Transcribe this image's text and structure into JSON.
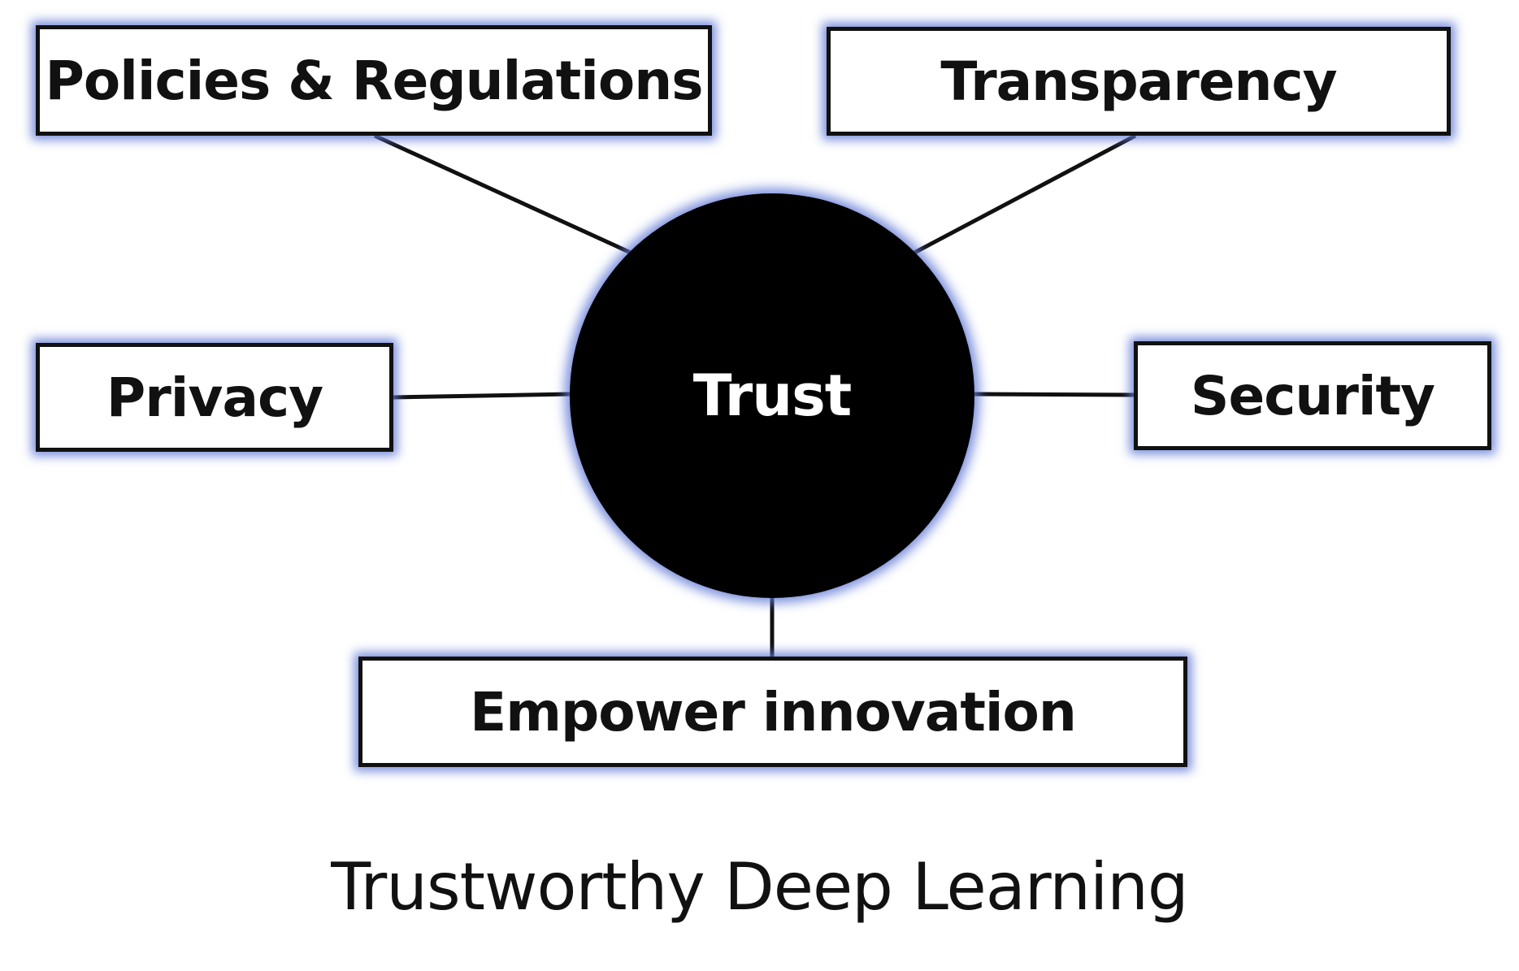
{
  "hub": {
    "label": "Trust"
  },
  "nodes": {
    "policies": "Policies & Regulations",
    "transparency": "Transparency",
    "privacy": "Privacy",
    "security": "Security",
    "empower": "Empower innovation"
  },
  "caption": "Trustworthy Deep Learning",
  "colors": {
    "hub_fill": "#000000",
    "glow": "#6079d6",
    "border": "#111111"
  }
}
